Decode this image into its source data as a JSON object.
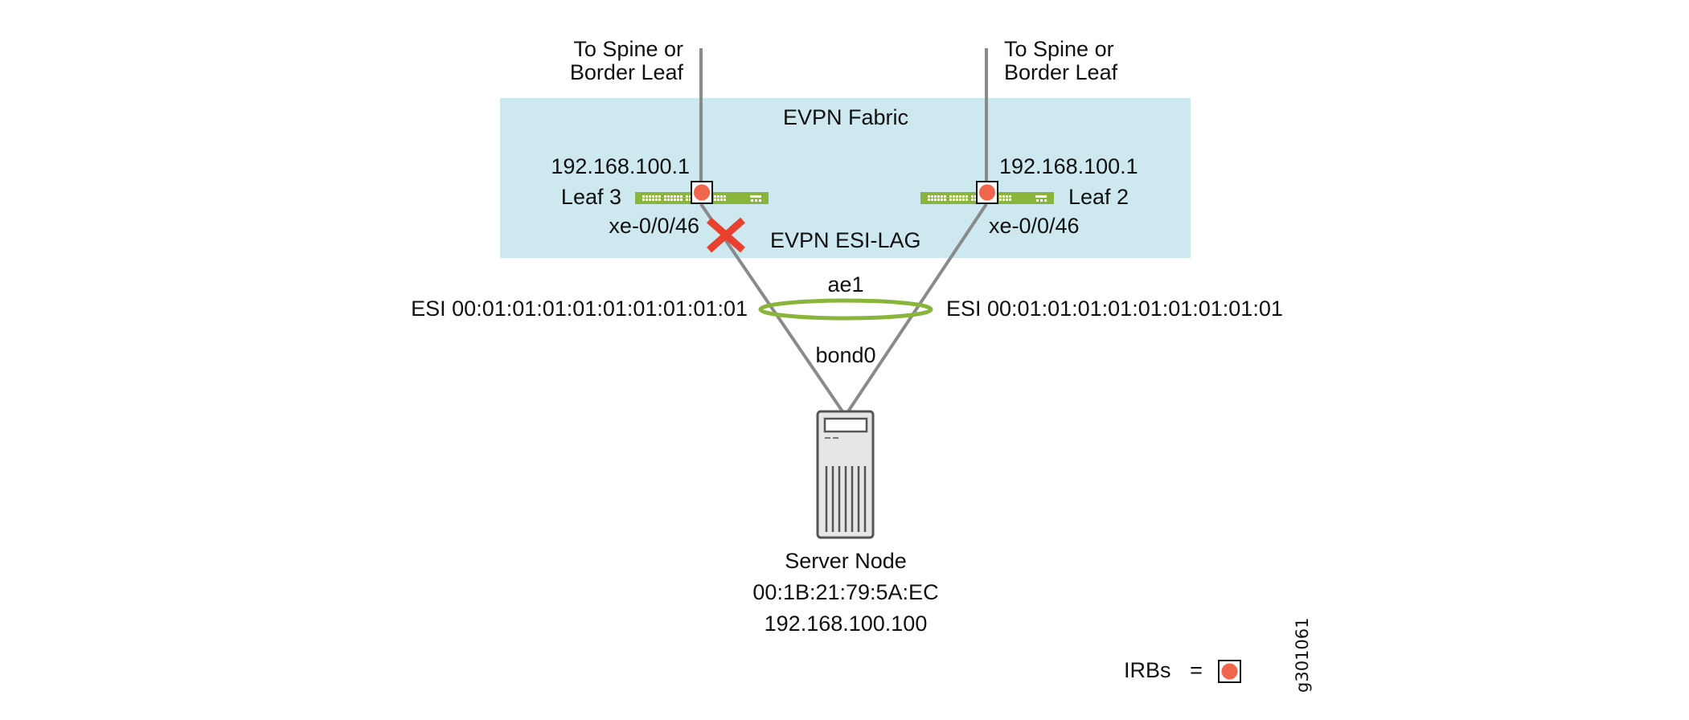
{
  "colors": {
    "fabric_bg": "#cde8ee",
    "link": "#8a8a8a",
    "switch_green": "#8ab53c",
    "irb_fill": "#f0664c",
    "lag_ring": "#8ab53c",
    "failure_x": "#e8412f",
    "server_body": "#e6e6e6",
    "server_stroke": "#555555"
  },
  "fabric": {
    "label": "EVPN Fabric"
  },
  "uplinks": {
    "left": {
      "line1": "To Spine or",
      "line2": "Border Leaf"
    },
    "right": {
      "line1": "To Spine or",
      "line2": "Border Leaf"
    }
  },
  "leaves": {
    "left": {
      "name": "Leaf 3",
      "irb_ip": "192.168.100.1",
      "interface": "xe-0/0/46",
      "esi": "ESI 00:01:01:01:01:01:01:01:01:01",
      "link_failed": true
    },
    "right": {
      "name": "Leaf 2",
      "irb_ip": "192.168.100.1",
      "interface": "xe-0/0/46",
      "esi": "ESI 00:01:01:01:01:01:01:01:01:01",
      "link_failed": false
    }
  },
  "lag": {
    "label": "EVPN ESI-LAG",
    "ae_name": "ae1",
    "bond_name": "bond0"
  },
  "server": {
    "name": "Server Node",
    "mac": "00:1B:21:79:5A:EC",
    "ip": "192.168.100.100"
  },
  "legend": {
    "label": "IRBs",
    "equals": "=",
    "icon": "irb-icon"
  },
  "figure_id": "g301061"
}
